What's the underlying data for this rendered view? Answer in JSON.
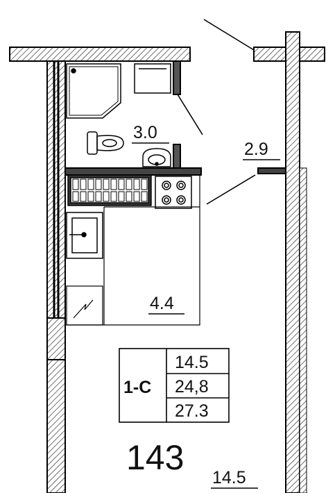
{
  "rooms": {
    "bathroom_area": "3.0",
    "corridor_area": "2.9",
    "kitchen_area": "4.4",
    "living_area": "14.5"
  },
  "apartment": {
    "type": "1-С",
    "area_living": "14.5",
    "area_total": "24,8",
    "area_with_balcony": "27.3",
    "number": "143"
  },
  "icons": [
    "shower-cabin-icon",
    "toilet-icon",
    "sink-icon",
    "stove-icon",
    "kitchen-sink-icon",
    "radiator-icon",
    "fridge-icon"
  ]
}
